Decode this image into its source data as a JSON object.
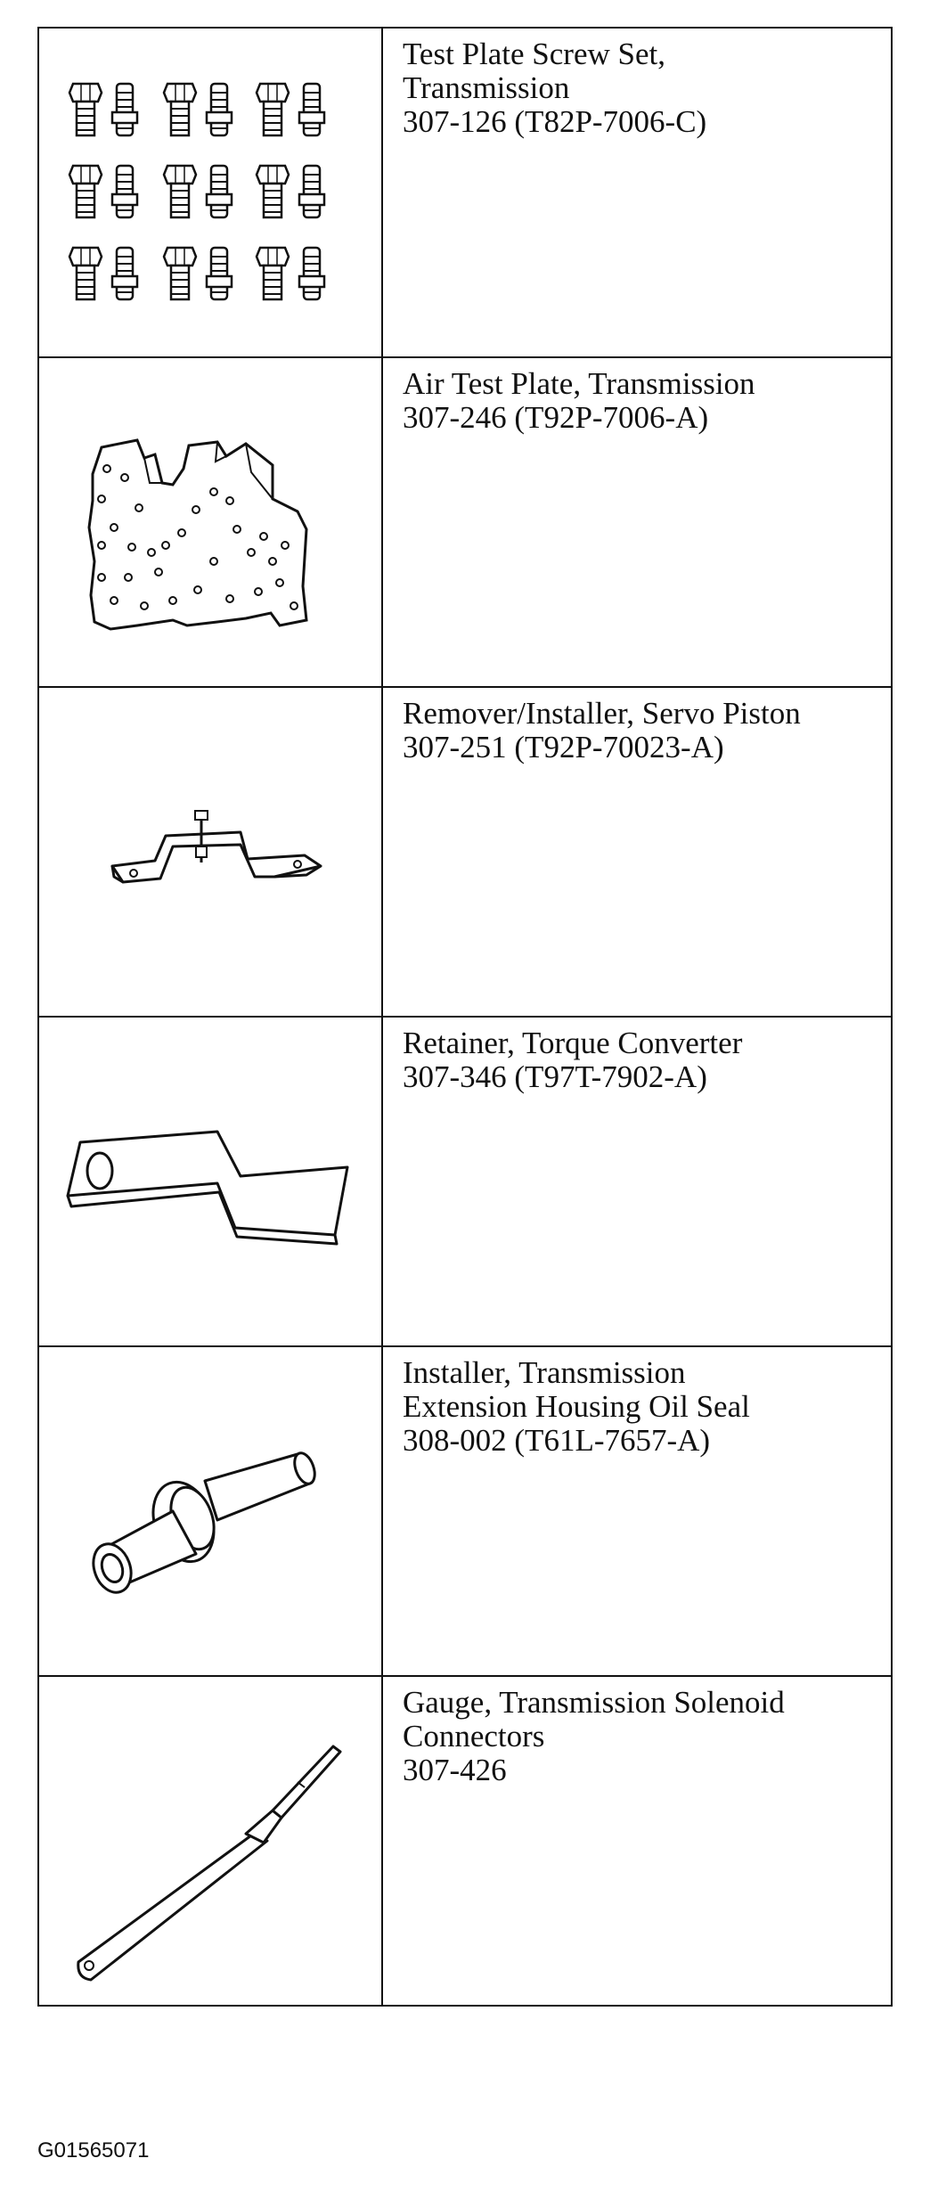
{
  "rows": [
    {
      "lines": [
        "Test Plate Screw Set,",
        "Transmission",
        "307-126 (T82P-7006-C)"
      ],
      "icon": "screw-set-icon"
    },
    {
      "lines": [
        "Air Test Plate, Transmission",
        "307-246 (T92P-7006-A)"
      ],
      "icon": "air-test-plate-icon"
    },
    {
      "lines": [
        "Remover/Installer, Servo Piston",
        "307-251 (T92P-70023-A)"
      ],
      "icon": "servo-piston-tool-icon"
    },
    {
      "lines": [
        "Retainer, Torque Converter",
        "307-346 (T97T-7902-A)"
      ],
      "icon": "torque-converter-retainer-icon"
    },
    {
      "lines": [
        "Installer, Transmission",
        "Extension Housing Oil Seal",
        "308-002 (T61L-7657-A)"
      ],
      "icon": "oil-seal-installer-icon"
    },
    {
      "lines": [
        "Gauge, Transmission Solenoid",
        "Connectors",
        "307-426"
      ],
      "icon": "solenoid-gauge-icon"
    }
  ],
  "figure_id": "G01565071"
}
